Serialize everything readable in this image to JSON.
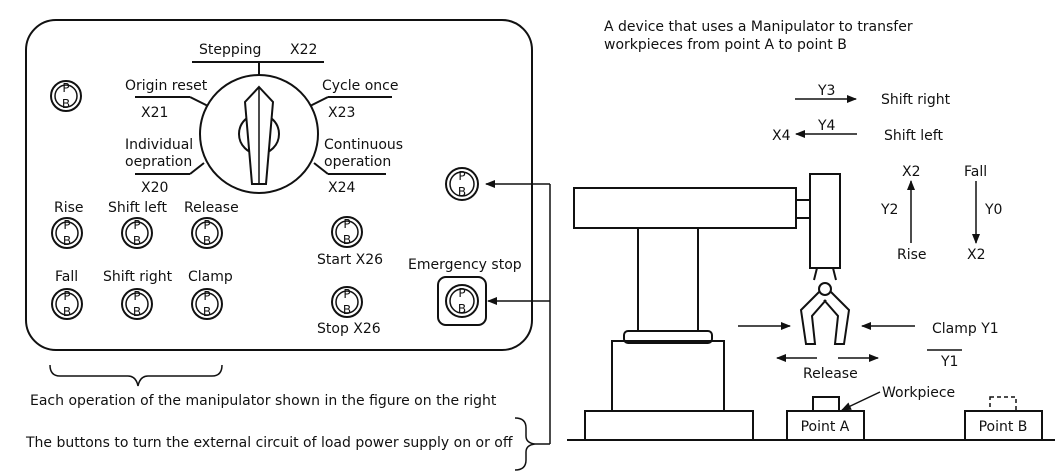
{
  "panel": {
    "selector": {
      "stepping": "Stepping",
      "x22": "X22",
      "origin_reset": "Origin reset",
      "x21": "X21",
      "cycle_once": "Cycle once",
      "x23": "X23",
      "individual_1": "Individual",
      "individual_2": "oepration",
      "x20": "X20",
      "continuous_1": "Continuous",
      "continuous_2": "operation",
      "x24": "X24"
    },
    "buttons": {
      "pb_p": "P",
      "pb_b": "B",
      "rise": "Rise",
      "shift_left": "Shift left",
      "release": "Release",
      "fall": "Fall",
      "shift_right": "Shift right",
      "clamp": "Clamp",
      "start": "Start X26",
      "stop": "Stop X26",
      "emergency": "Emergency stop"
    }
  },
  "notes": {
    "operations": "Each operation of the manipulator shown in the figure on the right",
    "power": "The buttons to turn the external circuit of load power supply on or off"
  },
  "device": {
    "title_1": "A device that uses a Manipulator to transfer",
    "title_2": "workpieces from point A to point B",
    "y3": "Y3",
    "shift_right": "Shift right",
    "y4": "Y4",
    "x4": "X4",
    "shift_left": "Shift left",
    "x2_top": "X2",
    "fall": "Fall",
    "y2": "Y2",
    "y0": "Y0",
    "rise": "Rise",
    "x2_bottom": "X2",
    "clamp_y1": "Clamp  Y1",
    "y1": "Y1",
    "release": "Release",
    "workpiece": "Workpiece",
    "point_a": "Point A",
    "point_b": "Point B"
  }
}
